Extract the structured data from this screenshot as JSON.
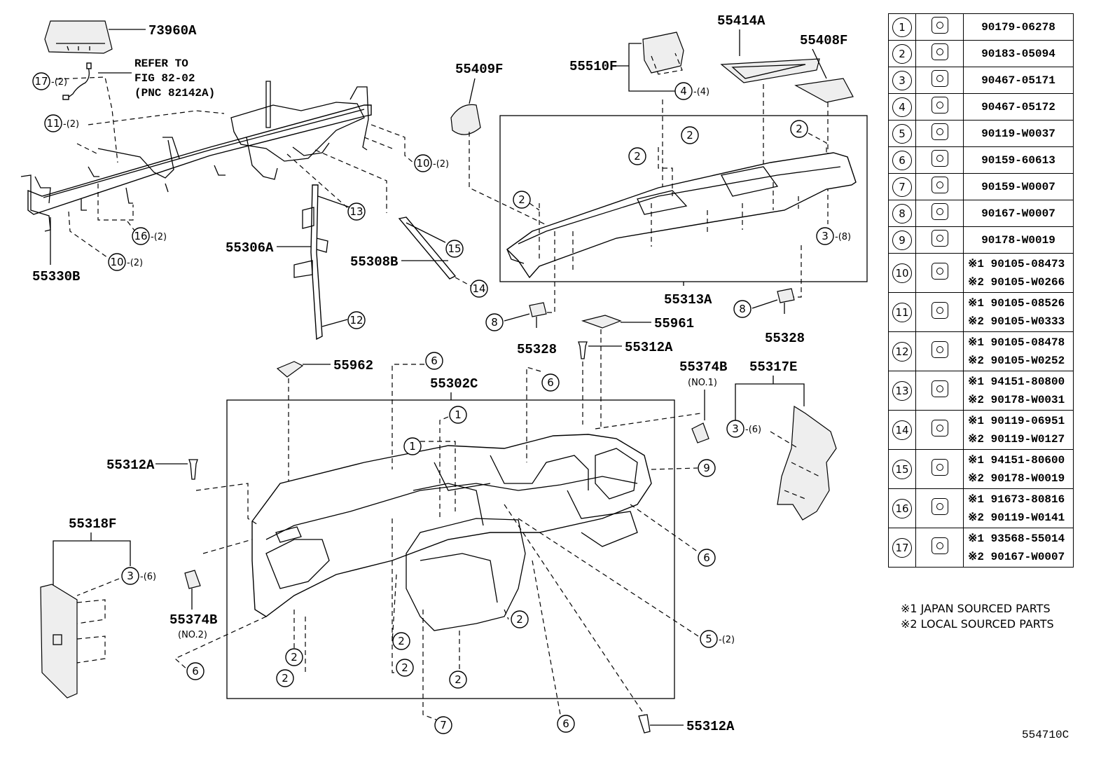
{
  "callouts": {
    "p73960A": "73960A",
    "p55330B": "55330B",
    "p55306A": "55306A",
    "p55308B": "55308B",
    "p55409F": "55409F",
    "p55510F": "55510F",
    "p55414A": "55414A",
    "p55408F": "55408F",
    "p55313A": "55313A",
    "p55328_left": "55328",
    "p55328_right": "55328",
    "p55961": "55961",
    "p55312A_top": "55312A",
    "p55962": "55962",
    "p55302C": "55302C",
    "p55374B_no1": "55374B",
    "no1": "(NO.1)",
    "p55317E": "55317E",
    "p55312A_left": "55312A",
    "p55318F": "55318F",
    "p55374B_no2": "55374B",
    "no2": "(NO.2)",
    "p55312A_bottom": "55312A",
    "refer_line1": "REFER TO",
    "refer_line2": "FIG 82-02",
    "refer_line3": "(PNC 82142A)"
  },
  "circle_refs": {
    "r17": "17",
    "r17_qty": "-(2)",
    "r11": "11",
    "r11_qty": "-(2)",
    "r10a": "10",
    "r10a_qty": "-(2)",
    "r10b": "10",
    "r10b_qty": "-(2)",
    "r16": "16",
    "r16_qty": "-(2)",
    "r13": "13",
    "r15": "15",
    "r14": "14",
    "r12": "12",
    "r4": "4",
    "r4_qty": "-(4)",
    "r3a": "3",
    "r3a_qty": "-(8)",
    "r3b": "3",
    "r3b_qty": "-(6)",
    "r3c": "3",
    "r3c_qty": "-(6)",
    "r5": "5",
    "r5_qty": "-(2)",
    "r8a": "8",
    "r8b": "8",
    "r9": "9",
    "r1": "1",
    "r2": "2",
    "r6": "6",
    "r7": "7"
  },
  "legend": [
    {
      "ref": "1",
      "icon": "clip-nut-icon",
      "parts": [
        "90179-06278"
      ]
    },
    {
      "ref": "2",
      "icon": "clip-nut-icon",
      "parts": [
        "90183-05094"
      ]
    },
    {
      "ref": "3",
      "icon": "clip-icon",
      "parts": [
        "90467-05171"
      ]
    },
    {
      "ref": "4",
      "icon": "clip-icon",
      "parts": [
        "90467-05172"
      ]
    },
    {
      "ref": "5",
      "icon": "screw-icon",
      "parts": [
        "90119-W0037"
      ]
    },
    {
      "ref": "6",
      "icon": "screw-icon",
      "parts": [
        "90159-60613"
      ]
    },
    {
      "ref": "7",
      "icon": "screw-icon",
      "parts": [
        "90159-W0007"
      ]
    },
    {
      "ref": "8",
      "icon": "screw-icon",
      "parts": [
        "90167-W0007"
      ]
    },
    {
      "ref": "9",
      "icon": "nut-icon",
      "parts": [
        "90178-W0019"
      ]
    },
    {
      "ref": "10",
      "icon": "bolt-icon",
      "parts": [
        "※1 90105-08473",
        "※2 90105-W0266"
      ]
    },
    {
      "ref": "11",
      "icon": "bolt-icon",
      "parts": [
        "※1 90105-08526",
        "※2 90105-W0333"
      ]
    },
    {
      "ref": "12",
      "icon": "bolt-icon",
      "parts": [
        "※1 90105-08478",
        "※2 90105-W0252"
      ]
    },
    {
      "ref": "13",
      "icon": "nut-icon",
      "parts": [
        "※1 94151-80800",
        "※2 90178-W0031"
      ]
    },
    {
      "ref": "14",
      "icon": "bolt-icon",
      "parts": [
        "※1 90119-06951",
        "※2 90119-W0127"
      ]
    },
    {
      "ref": "15",
      "icon": "nut-icon",
      "parts": [
        "※1 94151-80600",
        "※2 90178-W0019"
      ]
    },
    {
      "ref": "16",
      "icon": "bolt-icon",
      "parts": [
        "※1 91673-80816",
        "※2 90119-W0141"
      ]
    },
    {
      "ref": "17",
      "icon": "screw-icon",
      "parts": [
        "※1 93568-55014",
        "※2 90167-W0007"
      ]
    }
  ],
  "notes": {
    "note1": "※1 JAPAN SOURCED PARTS",
    "note2": "※2 LOCAL SOURCED PARTS"
  },
  "diagram_code": "554710C"
}
